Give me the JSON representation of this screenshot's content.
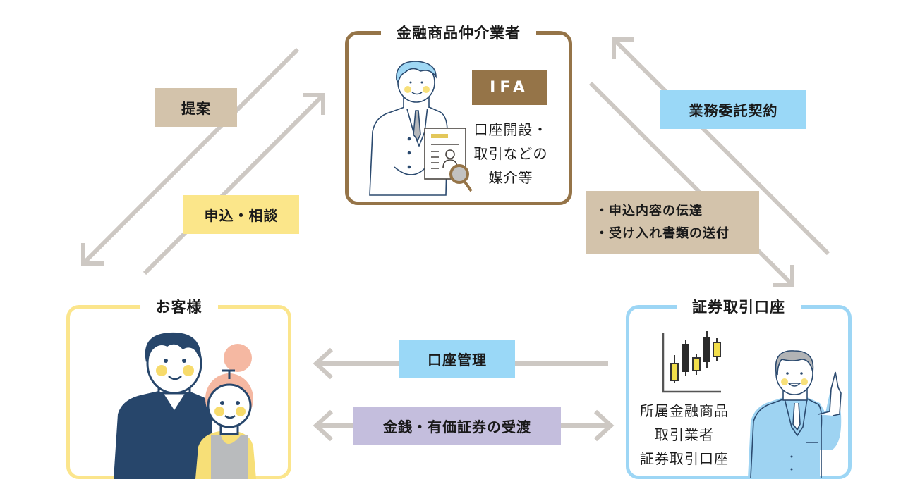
{
  "colors": {
    "arrow": "#cdc8c3",
    "ifa_box_border": "#957448",
    "customer_box_border": "#fbe58c",
    "securities_box_border": "#9dd6f5",
    "label_tan": "#d3c3ab",
    "label_yellow": "#fbe68a",
    "label_blue": "#9ad8f7",
    "label_purple": "#c4bedd",
    "ifa_badge": "#957448"
  },
  "nodes": {
    "intermediary": {
      "title": "金融商品仲介業者",
      "badge": "IFA",
      "description": [
        "口座開設・",
        "取引などの",
        "媒介等"
      ]
    },
    "customer": {
      "title": "お客様"
    },
    "securities": {
      "title": "証券取引口座",
      "description": [
        "所属金融商品",
        "取引業者",
        "証券取引口座"
      ]
    }
  },
  "edges": {
    "proposal": {
      "label": "提案",
      "from": "intermediary",
      "to": "customer"
    },
    "application": {
      "label": "申込・相談",
      "from": "customer",
      "to": "intermediary"
    },
    "outsourcing": {
      "label": "業務委託契約",
      "from": "securities",
      "to": "intermediary"
    },
    "transmission": {
      "lines": [
        "・申込内容の伝達",
        "・受け入れ書類の送付"
      ],
      "from": "intermediary",
      "to": "securities"
    },
    "account_management": {
      "label": "口座管理",
      "from": "securities",
      "to": "customer"
    },
    "settlement": {
      "label": "金銭・有価証券の受渡",
      "from": "customer",
      "to": "securities",
      "bidirectional": true
    }
  }
}
